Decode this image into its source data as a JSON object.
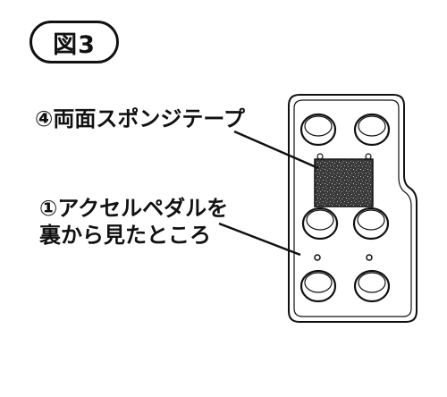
{
  "figure": {
    "label": "図3"
  },
  "labels": {
    "sponge_tape": "④両面スポンジテープ",
    "pedal_line1": "①アクセルペダルを",
    "pedal_line2": "裏から見たところ"
  },
  "colors": {
    "ink": "#111111",
    "paper": "#ffffff",
    "sponge": "#3a3a3a"
  }
}
